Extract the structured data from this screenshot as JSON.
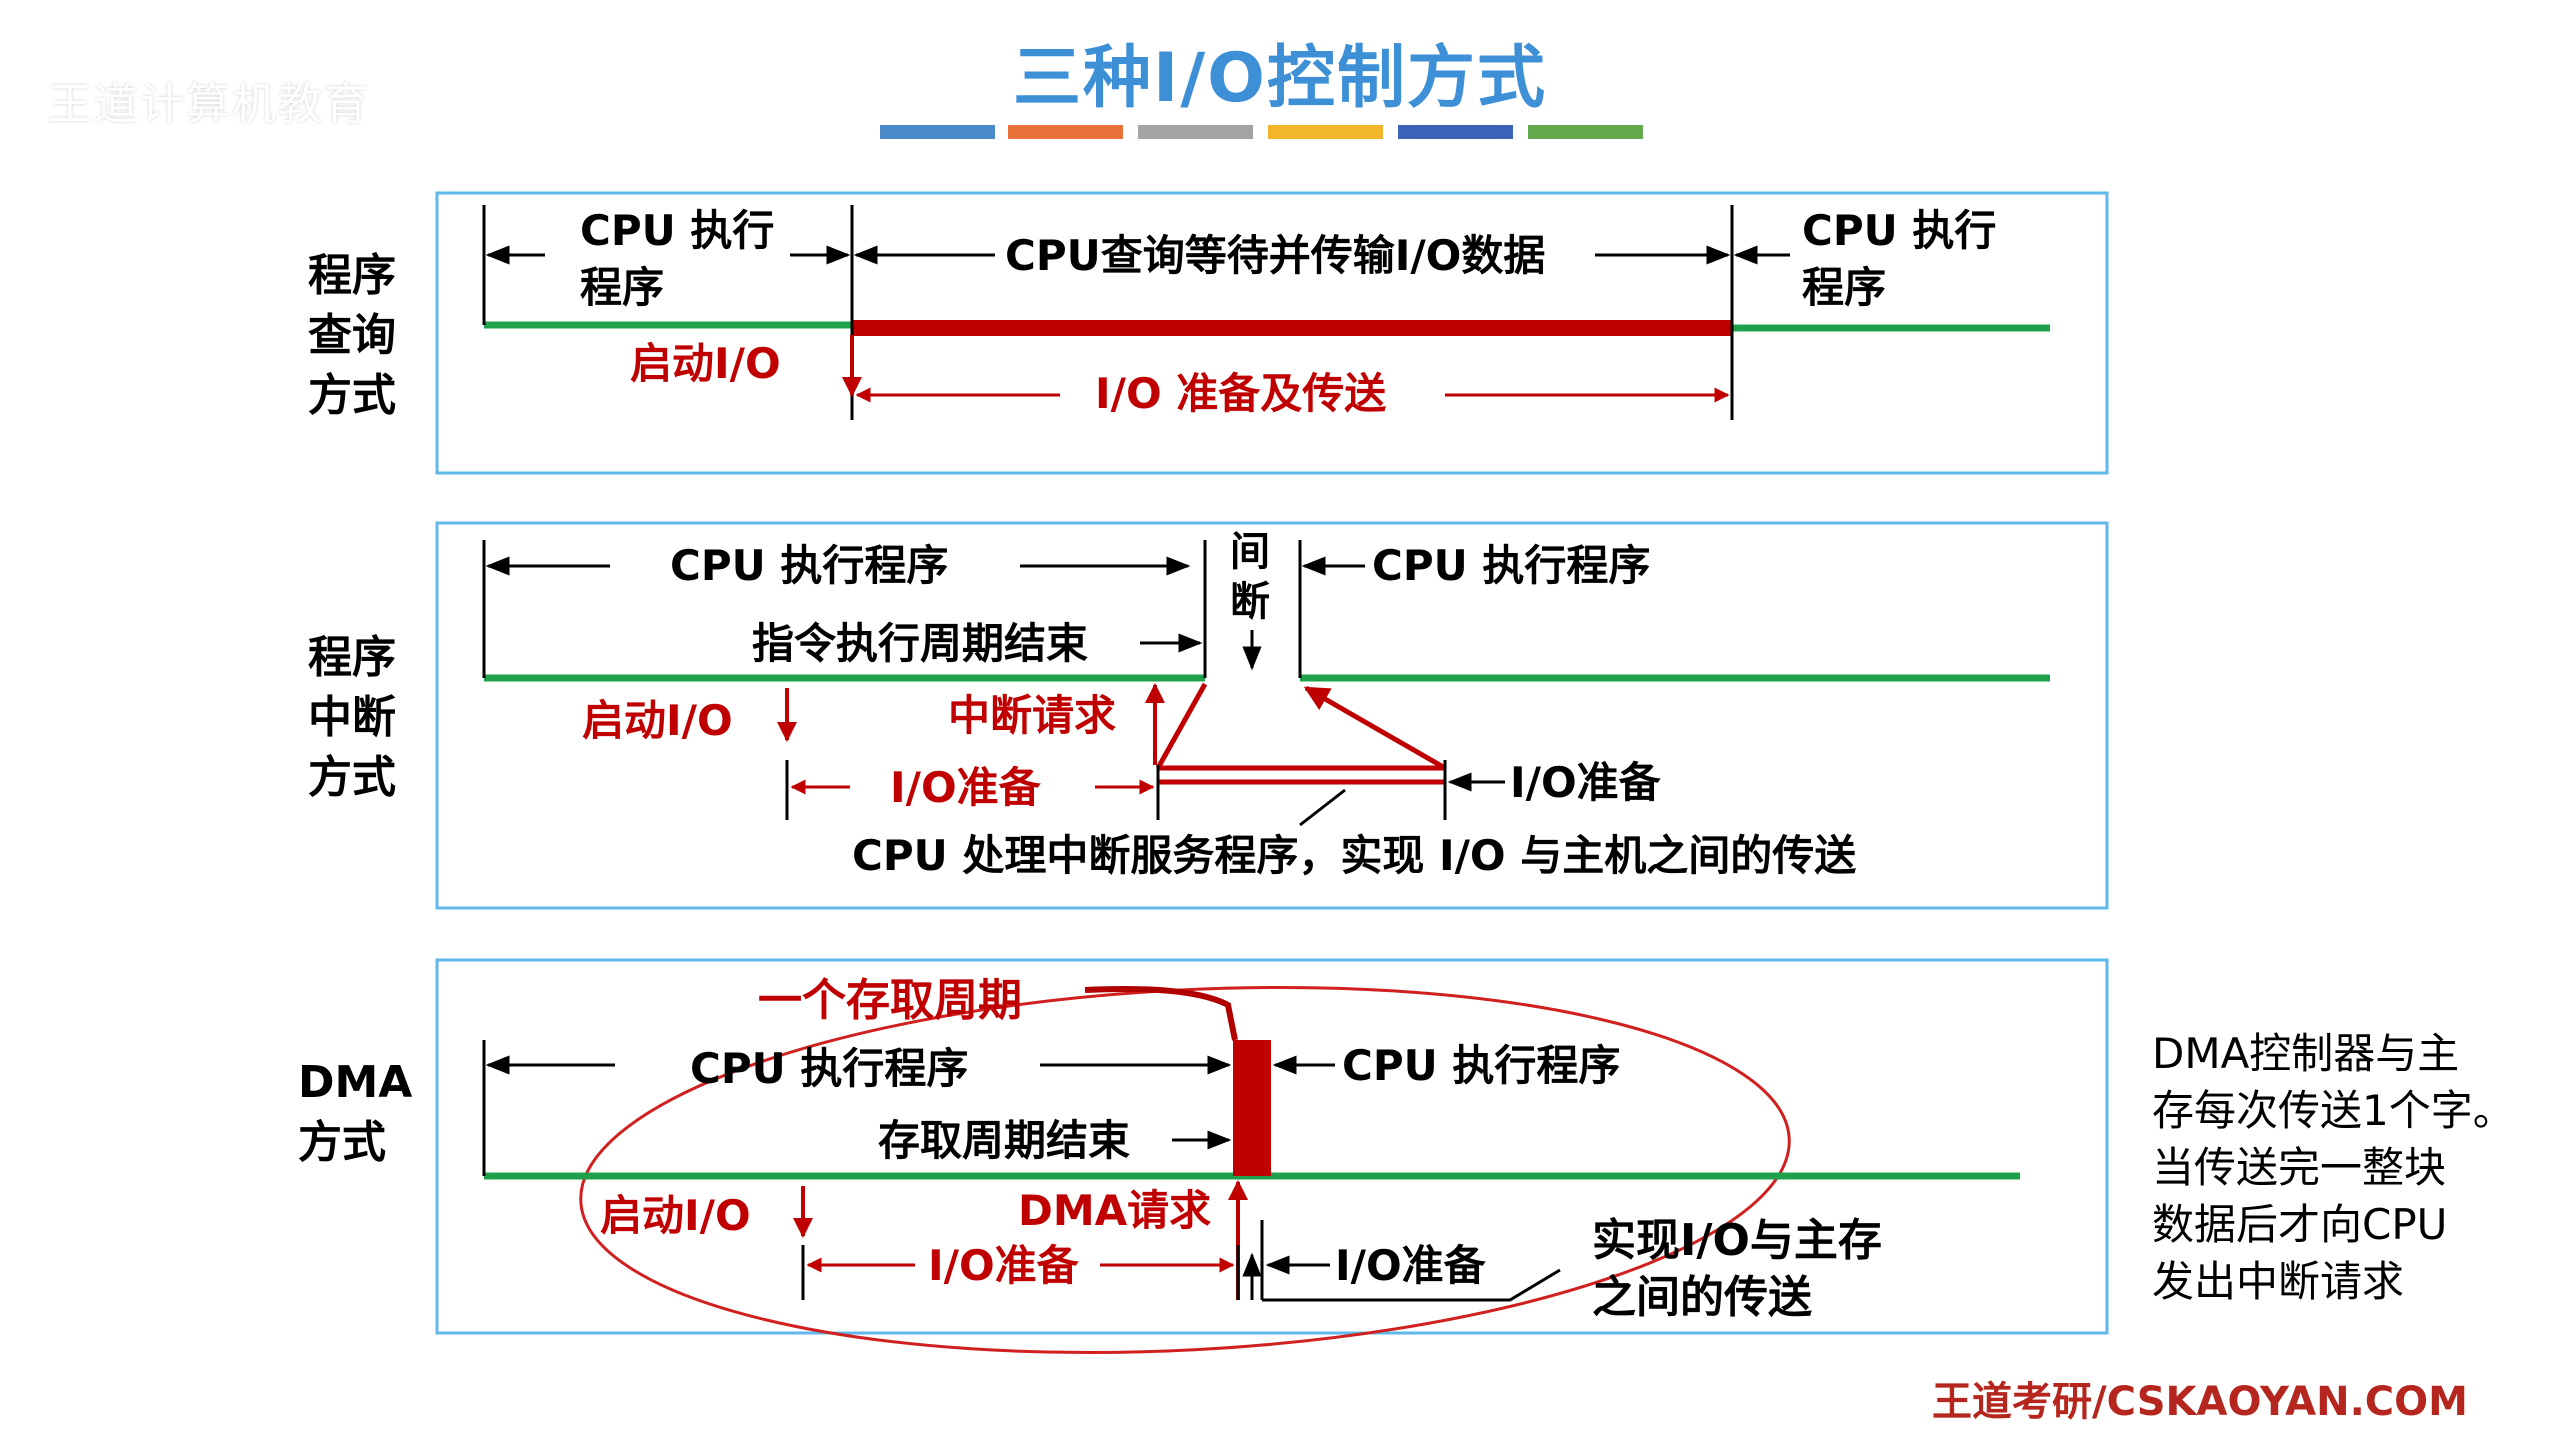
{
  "watermark": "王道计算机教育",
  "title": "三种I/O控制方式",
  "colors": {
    "title": "#3d8fd6",
    "cpu_line": "#1fa04a",
    "io_red": "#c00000",
    "box_border": "#5fb8e8",
    "stripes": [
      "#4a8ac8",
      "#e9723a",
      "#a3a3a3",
      "#f1b629",
      "#3a64b8",
      "#63a84a"
    ]
  },
  "sections": {
    "polling": {
      "name": [
        "程序",
        "查询",
        "方式"
      ],
      "cpu_exec_left": [
        "CPU 执行",
        "程序"
      ],
      "query_wait": "CPU查询等待并传输I/O数据",
      "cpu_exec_right": [
        "CPU  执行",
        "程序"
      ],
      "start_io": "启动I/O",
      "io_prepare_transfer": "I/O 准备及传送"
    },
    "interrupt": {
      "name": [
        "程序",
        "中断",
        "方式"
      ],
      "cpu_exec_left": "CPU  执行程序",
      "gap": [
        "间",
        "断"
      ],
      "cpu_exec_right": "CPU  执行程序",
      "instr_cycle_end": "指令执行周期结束",
      "start_io": "启动I/O",
      "int_request": "中断请求",
      "io_prepare": "I/O准备",
      "io_prepare_right": "I/O准备",
      "isr_text": "CPU 处理中断服务程序，实现 I/O 与主机之间的传送"
    },
    "dma": {
      "name": [
        "DMA",
        "方式"
      ],
      "access_cycle": "一个存取周期",
      "cpu_exec_left": "CPU  执行程序",
      "cpu_exec_right": "CPU  执行程序",
      "access_cycle_end": "存取周期结束",
      "start_io": "启动I/O",
      "dma_request": "DMA请求",
      "io_prepare": "I/O准备",
      "io_prepare_right": "I/O准备",
      "transfer_note": [
        "实现I/O与主存",
        "之间的传送"
      ]
    }
  },
  "side_note": [
    "DMA控制器与主",
    "存每次传送1个字。",
    "当传送完一整块",
    "数据后才向CPU",
    "发出中断请求"
  ],
  "footer": "王道考研/CSKAOYAN.COM"
}
